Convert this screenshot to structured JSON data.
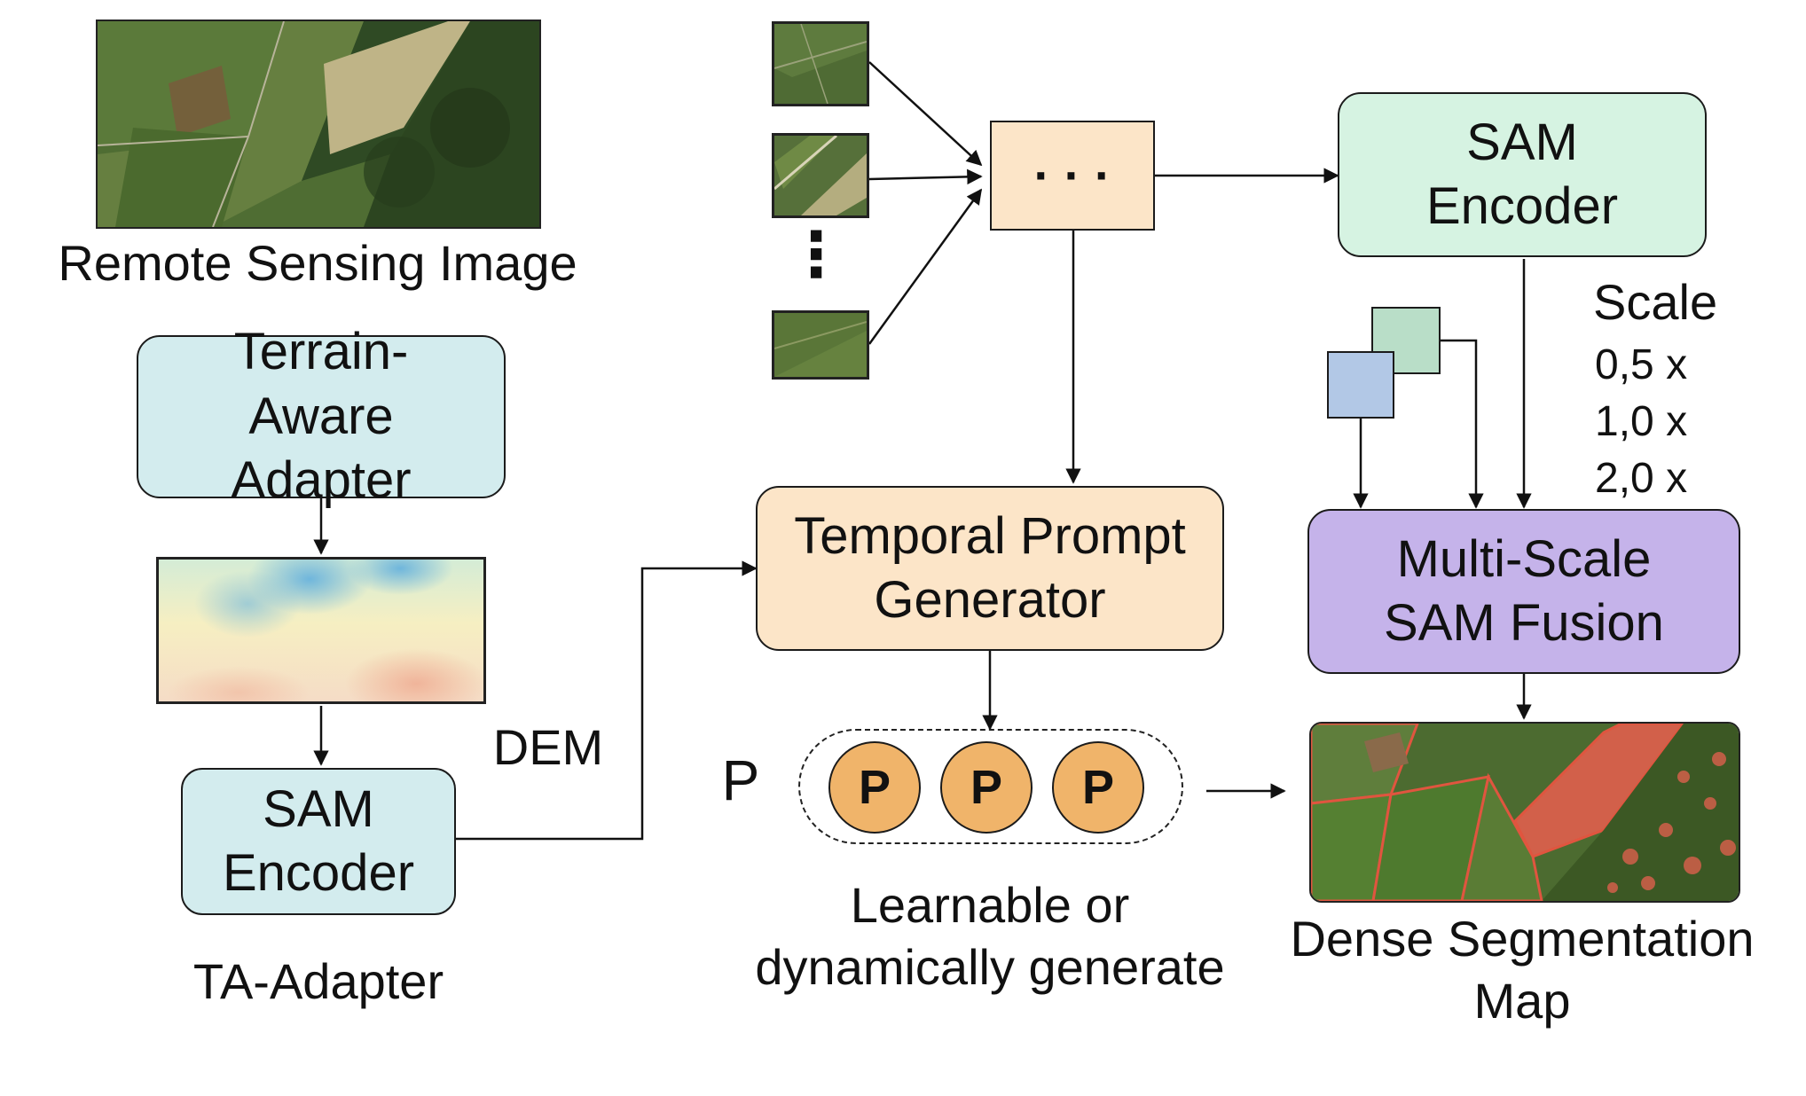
{
  "inputs": {
    "rs_image_label": "Remote Sensing Image",
    "dem_label": "DEM",
    "ellipsis": "· · ·",
    "vdots": "⋮"
  },
  "ta_adapter": {
    "terrain_box": "Terrain-Aware Adapter",
    "encoder_box": "SAM Encoder",
    "caption": "TA-Adapter"
  },
  "temporal": {
    "generator_box": "Temporal Prompt Generator",
    "prompt_symbol": "P",
    "tokens": [
      "P",
      "P",
      "P"
    ],
    "caption": "Learnable or dynamically generate"
  },
  "sam_branch": {
    "encoder_box": "SAM Encoder",
    "scale_title": "Scale",
    "scales": [
      "0,5 x",
      "1,0 x",
      "2,0 x"
    ],
    "fusion_box": "Multi-Scale SAM Fusion",
    "output_caption": "Dense Segmentation Map"
  },
  "colors": {
    "teal_box": "#d3ecee",
    "peach_box": "#fce5c8",
    "mint_box": "#d6f3e2",
    "purple_box": "#c5b3ea",
    "token": "#f0b46a",
    "feature_blue": "#b2c8e6",
    "feature_green": "#b9dec8"
  }
}
